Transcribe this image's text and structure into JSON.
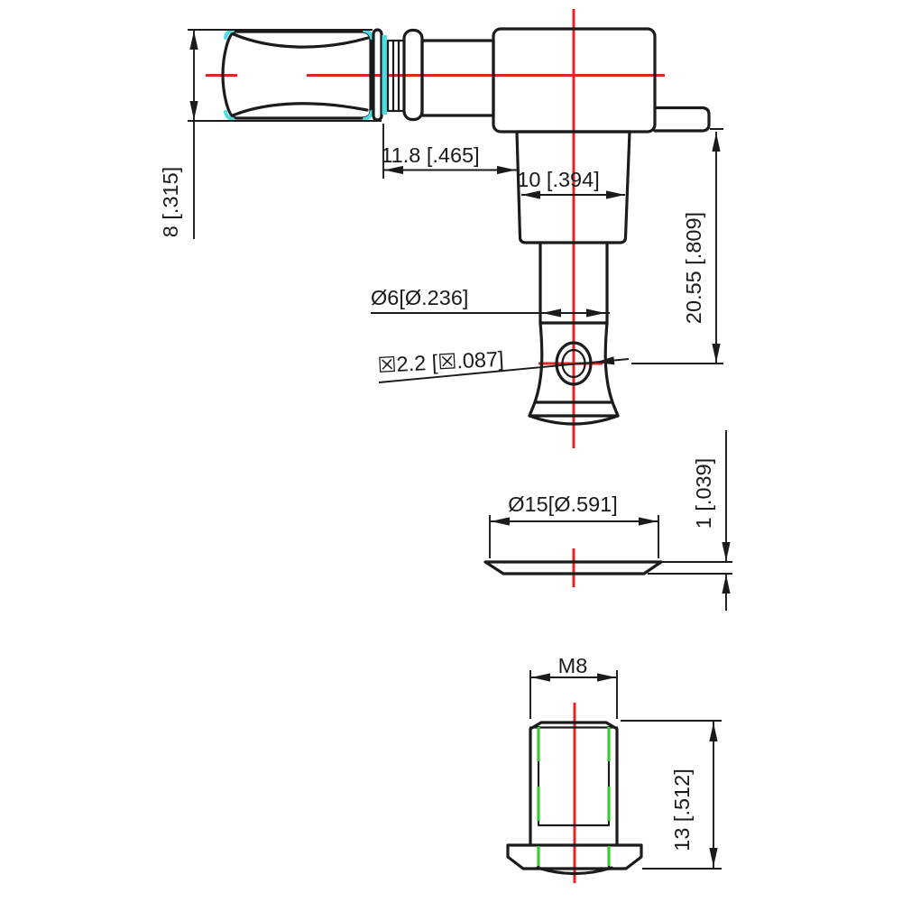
{
  "colors": {
    "outline": "#1b1b1b",
    "centerline": "#e52320",
    "thread_highlight": "#35cb35",
    "finish_highlight": "#4fdbe0"
  },
  "side_view": {
    "dims": {
      "knob_height": "8 [.315]",
      "knob_to_gear": "11.8 [.465]",
      "gear_housing_width": "10 [.394]",
      "string_post_length": "20.55 [.809]",
      "string_post_diameter": "Ø6[Ø.236]",
      "string_hole_diameter": "☒2.2 [☒.087]"
    }
  },
  "washer_view": {
    "dims": {
      "outer_diameter": "Ø15[Ø.591]",
      "thickness": "1 [.039]"
    }
  },
  "bushing_view": {
    "dims": {
      "thread_size": "M8",
      "height": "13 [.512]"
    }
  }
}
